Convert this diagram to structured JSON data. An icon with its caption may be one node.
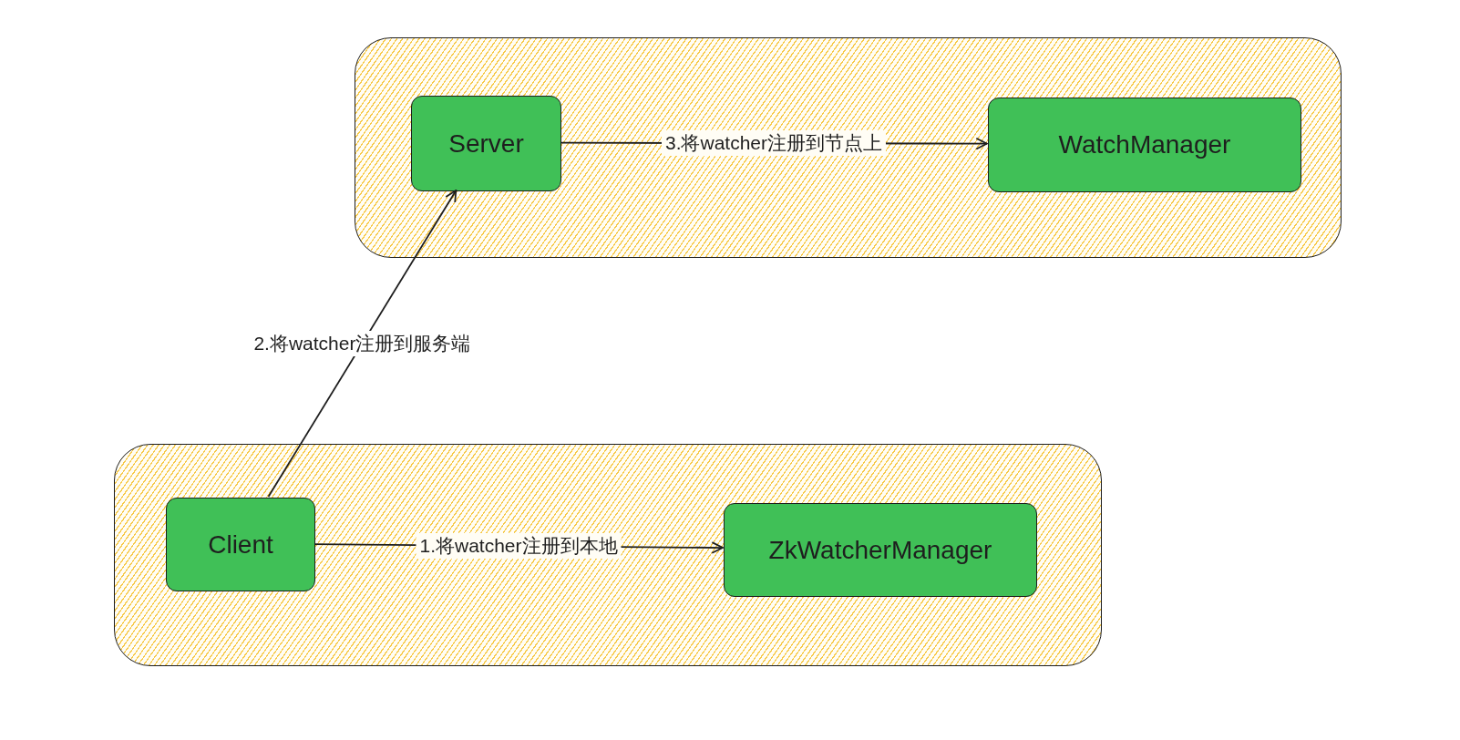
{
  "diagram": {
    "nodes": [
      {
        "text": [],
        "shape": "box"
      },
      {
        "text": [
          "Server"
        ],
        "in": 0
      },
      {
        "text": [
          "WatchManager"
        ],
        "in": 0
      },
      {
        "text": [],
        "shape": "box"
      },
      {
        "text": [
          "Client"
        ],
        "in": 3
      },
      {
        "text": [
          "ZkWatcherManager"
        ],
        "in": 3
      }
    ],
    "edges": [
      {
        "from": 4,
        "to": 5,
        "arrow": "to",
        "label": "1.将watcher注册到本地"
      },
      {
        "from": 4,
        "to": 1,
        "arrow": "to",
        "label": "2.将watcher注册到服务端"
      },
      {
        "from": 1,
        "to": 2,
        "arrow": "to",
        "label": "3.将watcher注册到节点上"
      }
    ]
  }
}
